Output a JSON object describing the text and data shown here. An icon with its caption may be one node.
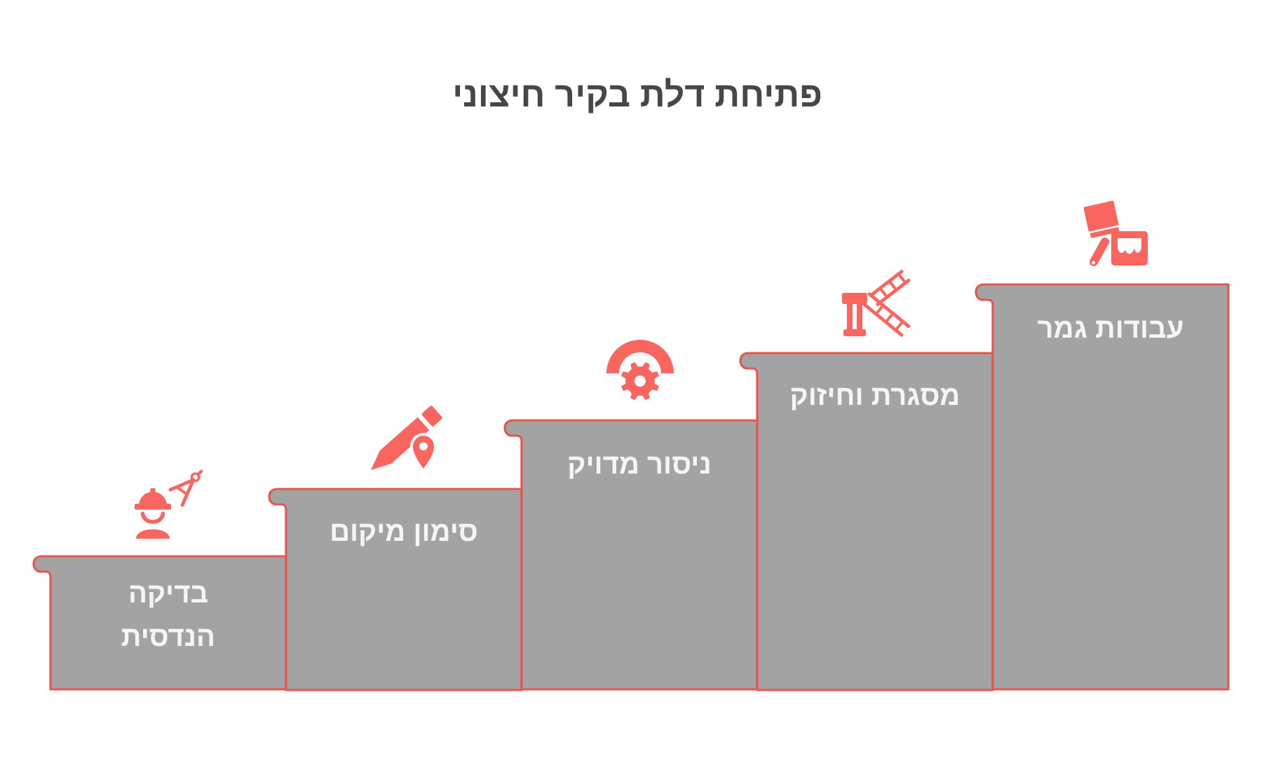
{
  "diagram": {
    "title": "פתיחת דלת בקיר חיצוני",
    "nodes": [
      {
        "text": [
          "בדיקה הנדסית"
        ]
      },
      {
        "text": [
          "סימון מיקום"
        ]
      },
      {
        "text": [
          "ניסור מדויק"
        ]
      },
      {
        "text": [
          "מסגרת וחיזוק"
        ]
      },
      {
        "text": [
          "עבודות גמר"
        ]
      }
    ]
  }
}
